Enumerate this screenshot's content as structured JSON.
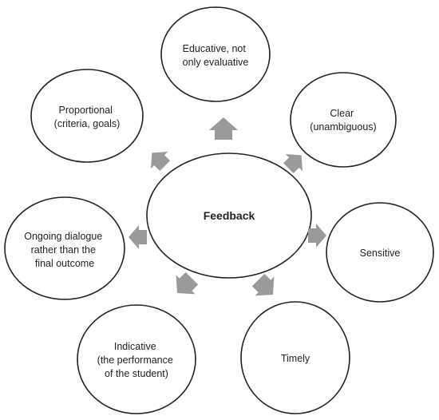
{
  "center": {
    "label": "Feedback"
  },
  "nodes": {
    "educative": {
      "lines": [
        "Educative, not",
        "only evaluative"
      ]
    },
    "clear": {
      "lines": [
        "Clear",
        "(unambiguous)"
      ]
    },
    "sensitive": {
      "lines": [
        "Sensitive"
      ]
    },
    "timely": {
      "lines": [
        "Timely"
      ]
    },
    "indicative": {
      "lines": [
        "Indicative",
        "(the performance",
        "of the student)"
      ]
    },
    "ongoing": {
      "lines": [
        "Ongoing dialogue",
        "rather than the",
        "final outcome"
      ]
    },
    "proportional": {
      "lines": [
        "Proportional",
        "(criteria, goals)"
      ]
    }
  },
  "colors": {
    "arrow": "#9a9a9a",
    "outline": "#222222",
    "fill": "#ffffff"
  }
}
